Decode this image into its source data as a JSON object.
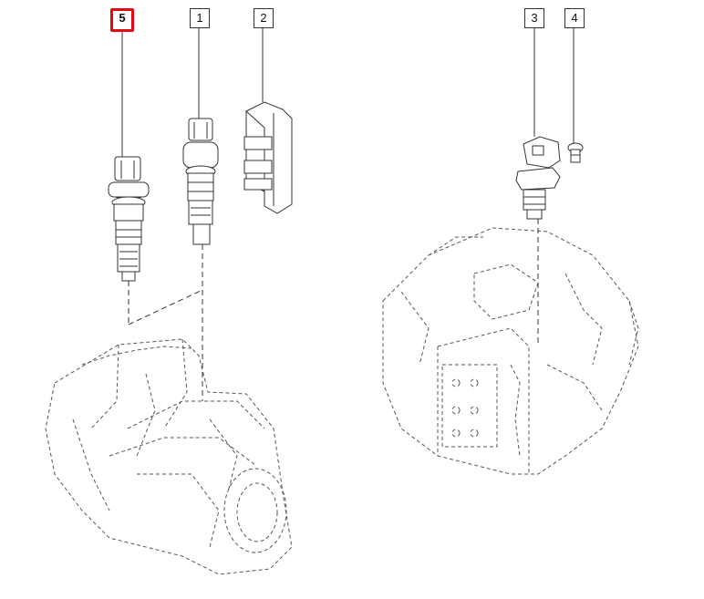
{
  "diagram": {
    "callouts": [
      {
        "number": "5",
        "selected": true
      },
      {
        "number": "1",
        "selected": false
      },
      {
        "number": "2",
        "selected": false
      },
      {
        "number": "3",
        "selected": false
      },
      {
        "number": "4",
        "selected": false
      }
    ],
    "colors": {
      "highlight": "#e30613",
      "line": "#333333"
    }
  }
}
